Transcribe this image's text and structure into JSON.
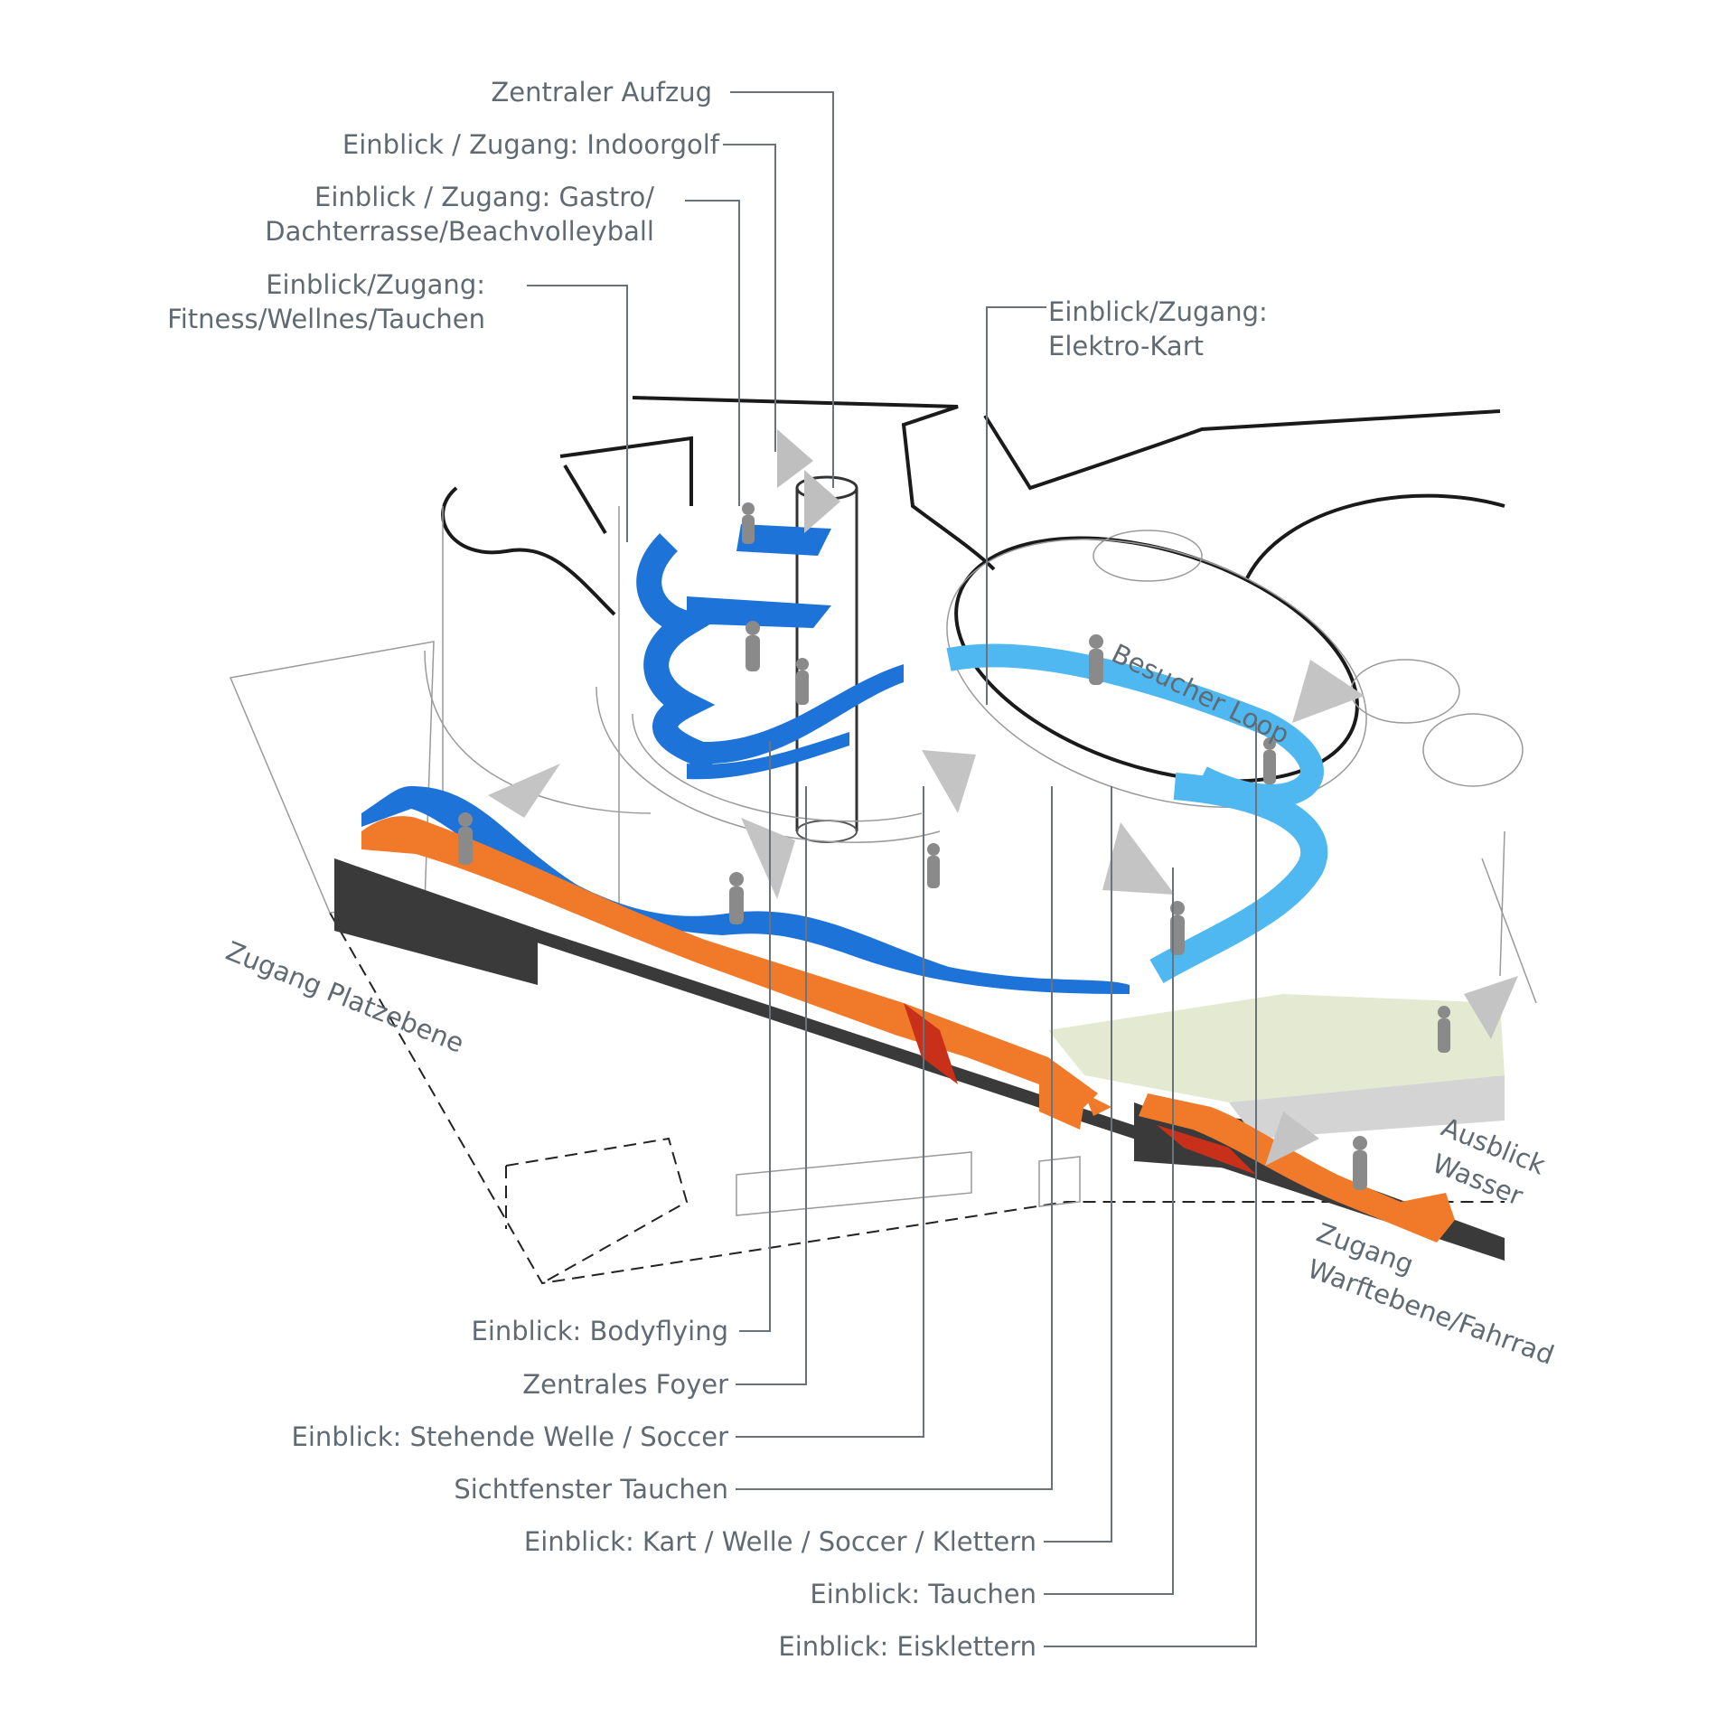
{
  "labels": {
    "zentraler_aufzug": "Zentraler Aufzug",
    "indoorgolf": "Einblick / Zugang: Indoorgolf",
    "gastro_line1": "Einblick / Zugang: Gastro/",
    "gastro_line2": "Dachterrasse/Beachvolleyball",
    "fitness_line1": "Einblick/Zugang:",
    "fitness_line2": "Fitness/Wellnes/Tauchen",
    "elektro_line1": "Einblick/Zugang:",
    "elektro_line2": "Elektro-Kart",
    "besucher_loop": "Besucher Loop",
    "zugang_platzebene": "Zugang Platzebene",
    "ausblick_line1": "Ausblick",
    "ausblick_line2": "Wasser",
    "warft_line1": "Zugang",
    "warft_line2": "Warftebene/Fahrrad",
    "bodyflying": "Einblick: Bodyflying",
    "zentrales_foyer": "Zentrales Foyer",
    "stehende_welle": "Einblick: Stehende Welle / Soccer",
    "sichtfenster": "Sichtfenster Tauchen",
    "kart_welle": "Einblick: Kart / Welle / Soccer / Klettern",
    "tauchen": "Einblick: Tauchen",
    "eisklettern": "Einblick: Eisklettern"
  },
  "colors": {
    "blue_path": "#1e73d8",
    "light_blue_loop": "#4fb8f0",
    "orange_path": "#f07a2a",
    "red_stair": "#c8301a",
    "label_text": "#606a72",
    "dark_slab": "#3a3a3a",
    "terrace": "#e4e9d2"
  }
}
